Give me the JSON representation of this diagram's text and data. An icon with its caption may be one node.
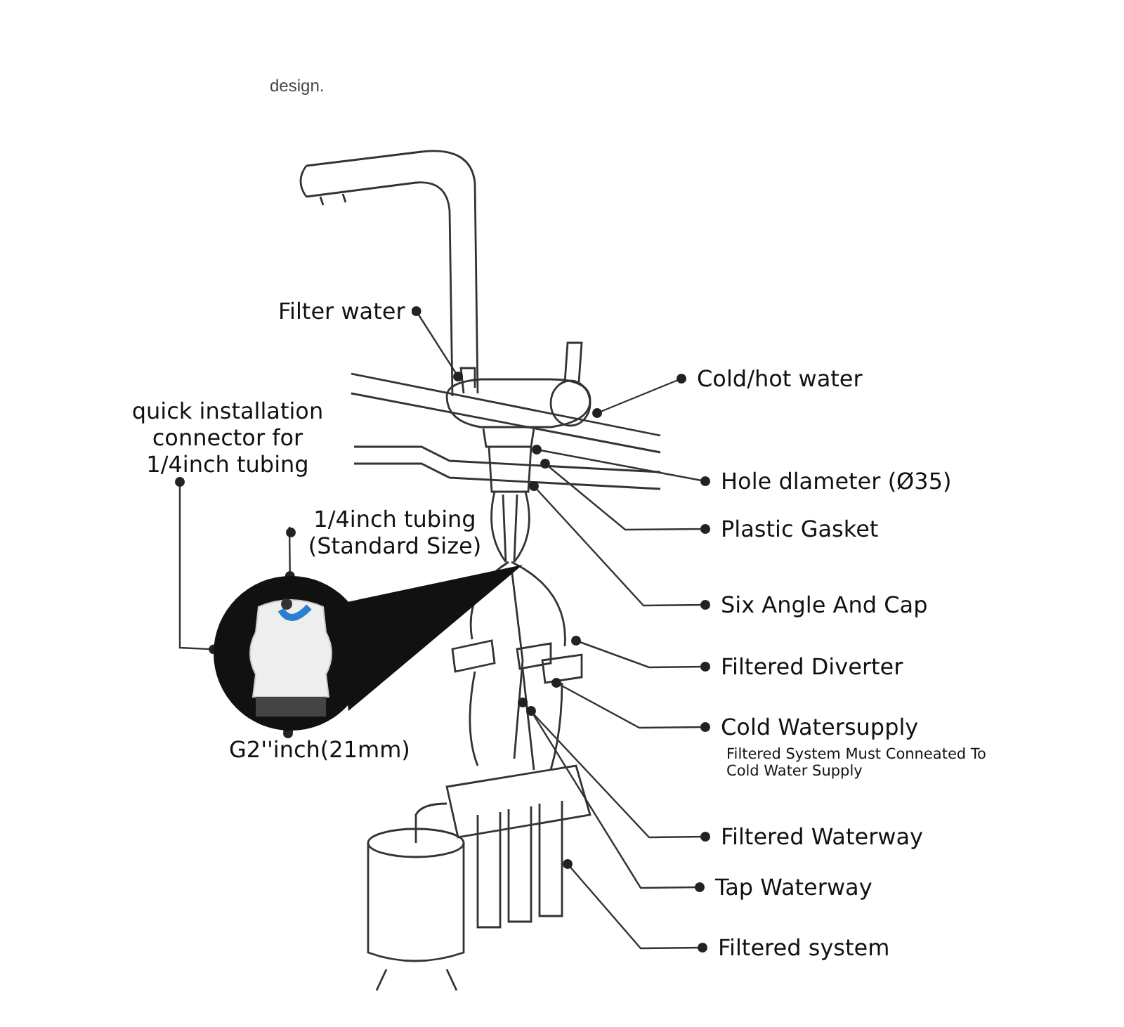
{
  "diagram": {
    "nodes": [
      {
        "text": [
          "Filter water"
        ]
      },
      {
        "text": [
          "Cold/hot water"
        ]
      },
      {
        "text": [
          "quick installation connector for 1/4inch tubing"
        ]
      },
      {
        "text": [
          "1/4inch tubing (Standard Size)"
        ]
      },
      {
        "text": [
          "Hole dlameter (Ø35)"
        ]
      },
      {
        "text": [
          "Plastic Gasket"
        ]
      },
      {
        "text": [
          "Six Angle And Cap"
        ]
      },
      {
        "text": [
          "Filtered Diverter"
        ]
      },
      {
        "text": [
          "Cold Watersupply"
        ],
        "beside": [
          "Filtered System Must Conneated To Cold Water Supply"
        ]
      },
      {
        "text": [
          "G2''inch(21mm)"
        ]
      },
      {
        "text": [
          "Filtered Waterway"
        ]
      },
      {
        "text": [
          "Tap Waterway"
        ]
      },
      {
        "text": [
          "Filtered system"
        ]
      },
      {
        "text": [],
        "shape": "picture"
      }
    ],
    "edges": [
      {
        "from": 0,
        "to": null,
        "arrow": "other"
      },
      {
        "from": 1,
        "to": null,
        "arrow": "other"
      },
      {
        "from": 2,
        "to": 13,
        "arrow": "other"
      },
      {
        "from": 3,
        "to": 13,
        "arrow": "other"
      },
      {
        "from": 4,
        "to": null,
        "arrow": "other"
      },
      {
        "from": 5,
        "to": null,
        "arrow": "other"
      },
      {
        "from": 6,
        "to": null,
        "arrow": "other"
      },
      {
        "from": 7,
        "to": null,
        "arrow": "other"
      },
      {
        "from": 8,
        "to": null,
        "arrow": "other"
      },
      {
        "from": 9,
        "to": 13,
        "arrow": "other"
      },
      {
        "from": 10,
        "to": null,
        "arrow": "other"
      },
      {
        "from": 11,
        "to": null,
        "arrow": "other"
      },
      {
        "from": 12,
        "to": null,
        "arrow": "other"
      }
    ],
    "labels": [
      "design."
    ]
  }
}
